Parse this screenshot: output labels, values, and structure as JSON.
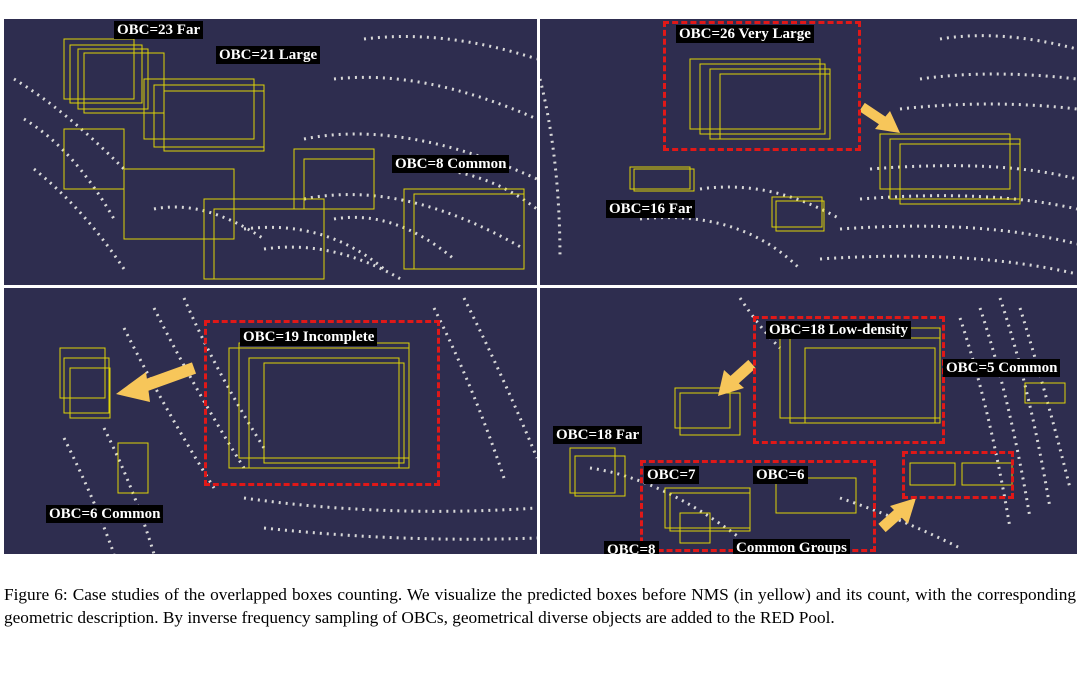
{
  "figure": {
    "panels": [
      {
        "id": "top-left",
        "labels": [
          "OBC=23 Far",
          "OBC=21 Large",
          "OBC=8 Common"
        ]
      },
      {
        "id": "top-right",
        "labels": [
          "OBC=26 Very Large",
          "OBC=16 Far"
        ]
      },
      {
        "id": "bottom-left",
        "labels": [
          "OBC=19 Incomplete",
          "OBC=6 Common"
        ]
      },
      {
        "id": "bottom-right",
        "labels": [
          "OBC=18 Low-density",
          "OBC=5 Common",
          "OBC=18 Far",
          "OBC=7",
          "OBC=6",
          "OBC=8",
          "Common Groups"
        ]
      }
    ],
    "colors": {
      "background": "#2e2d4f",
      "points": "#d8d8d8",
      "boxes": "#f2e600",
      "dashed": "#e01818",
      "arrow": "#f7c65a"
    }
  },
  "caption": {
    "prefix": "Figure 6: Case studies of the overlapped boxes counting. We visualize the predicted boxes before NMS (in yellow) and its count, with the corresponding geometric description. By inverse frequency sampling of OBCs, geometrical diverse objects are added to the ",
    "smallcaps": "RED",
    "suffix": " Pool."
  }
}
